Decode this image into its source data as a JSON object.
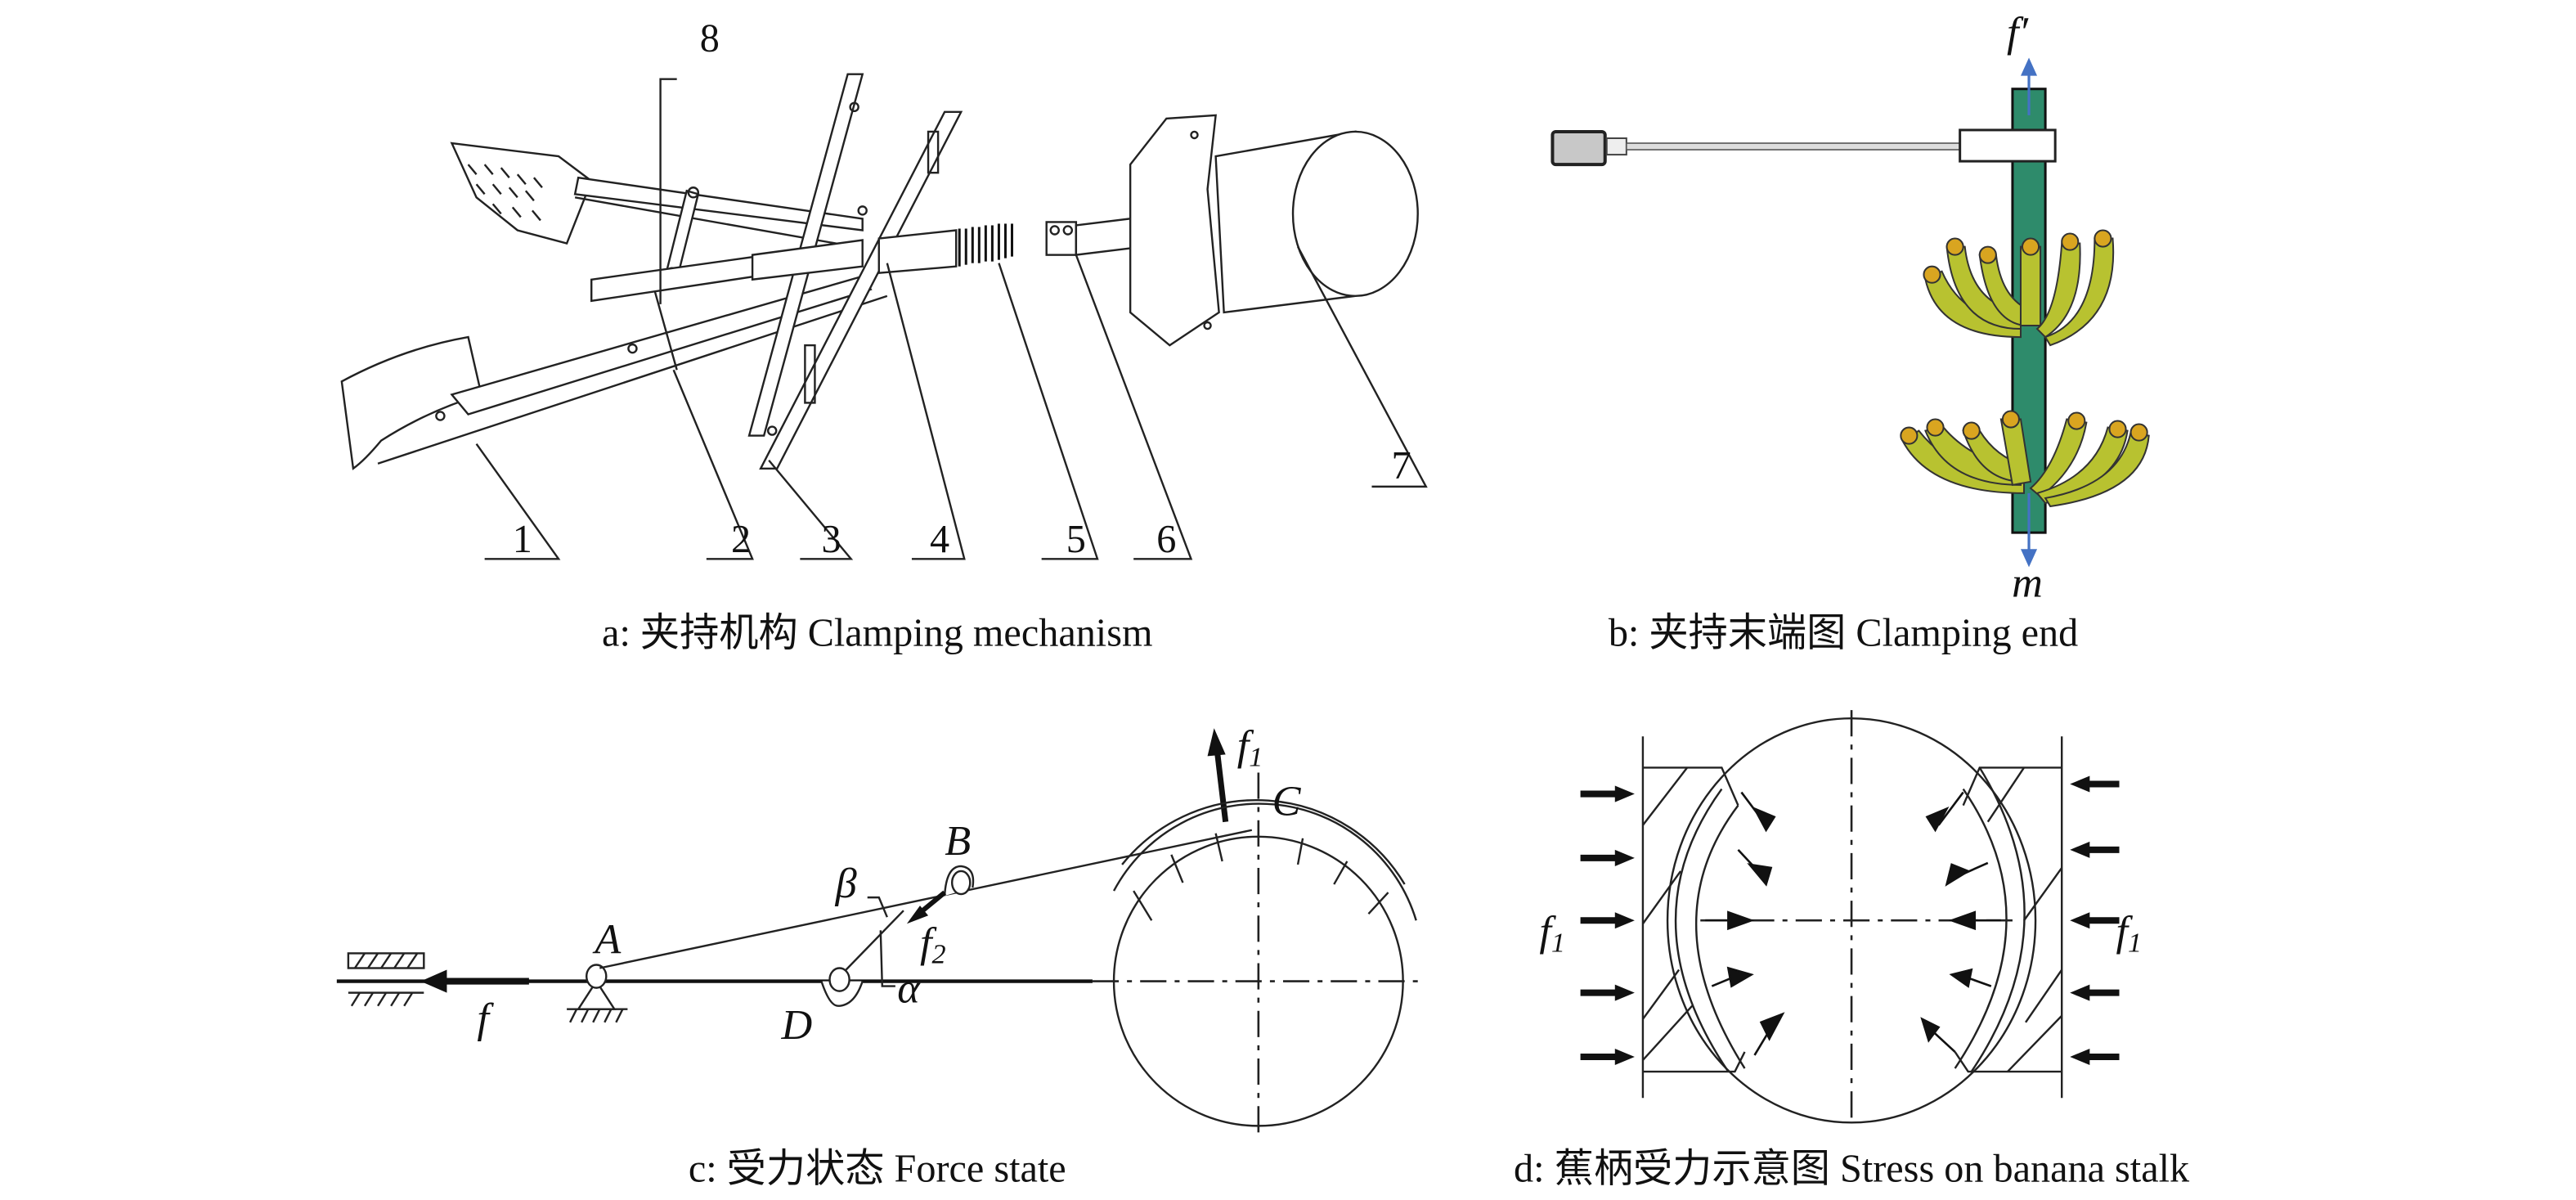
{
  "panels": {
    "a": {
      "caption": "a: 夹持机构 Clamping mechanism",
      "part_labels": [
        "1",
        "2",
        "3",
        "4",
        "5",
        "6",
        "7",
        "8"
      ]
    },
    "b": {
      "caption": "b: 夹持末端图 Clamping end",
      "force_up": "f′",
      "force_down": "m",
      "stalk_color": "#2e8b6b",
      "arrow_color": "#4472c4"
    },
    "c": {
      "caption": "c: 受力状态 Force state",
      "points": {
        "A": "A",
        "B": "B",
        "C": "C",
        "D": "D"
      },
      "force_f": "f",
      "force_f1": "f",
      "force_f1_sub": "1",
      "force_f2": "f",
      "force_f2_sub": "2",
      "angle_alpha": "α",
      "angle_beta": "β"
    },
    "d": {
      "caption": "蕉柄受力示意图 Stress on banana stalk",
      "caption_prefix": "d: ",
      "force_left": "f",
      "force_left_sub": "1",
      "force_right": "f",
      "force_right_sub": "1"
    }
  }
}
